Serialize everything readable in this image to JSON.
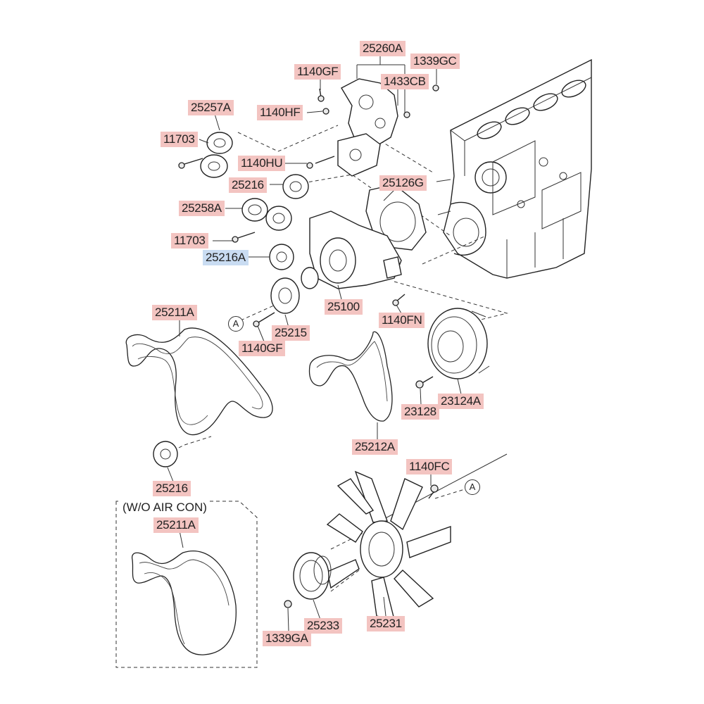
{
  "labels": {
    "p25260A": "25260A",
    "p1339GC": "1339GC",
    "p1140GF_top": "1140GF",
    "p1433CB": "1433CB",
    "p25257A": "25257A",
    "p1140HF": "1140HF",
    "p11703_top": "11703",
    "p1140HU": "1140HU",
    "p25216_top": "25216",
    "p25126G": "25126G",
    "p25258A": "25258A",
    "p11703_mid": "11703",
    "p25216A": "25216A",
    "p25100": "25100",
    "p1140FN": "1140FN",
    "p25211A_top": "25211A",
    "p25215": "25215",
    "p1140GF_bottom": "1140GF",
    "p23124A": "23124A",
    "p23128": "23128",
    "p25212A": "25212A",
    "p25216_bottom": "25216",
    "p1140FC": "1140FC",
    "p25211A_bottom": "25211A",
    "p25233": "25233",
    "p25231": "25231",
    "p1339GA": "1339GA"
  },
  "refs": {
    "a_left": "A",
    "a_right": "A"
  },
  "variant_note": "(W/O AIR CON)",
  "highlight_color": "#c9dcf2",
  "label_color": "#f3c4c1"
}
